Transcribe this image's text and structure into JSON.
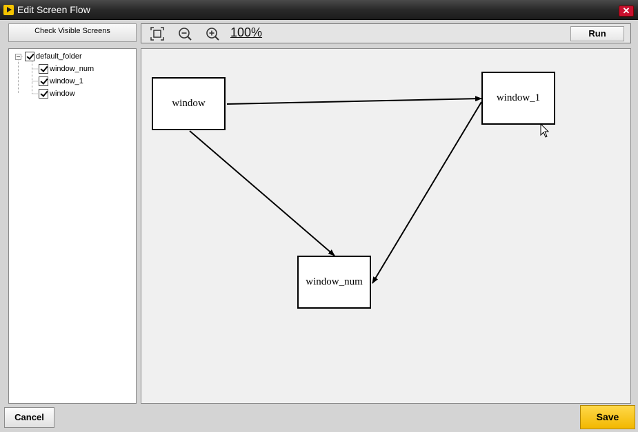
{
  "window": {
    "title": "Edit Screen Flow"
  },
  "sidebar": {
    "check_button_label": "Check Visible Screens",
    "tree": {
      "folder": {
        "label": "default_folder",
        "checked": true
      },
      "items": [
        {
          "label": "window_num",
          "checked": true
        },
        {
          "label": "window_1",
          "checked": true
        },
        {
          "label": "window",
          "checked": true
        }
      ]
    }
  },
  "toolbar": {
    "fit_icon": "fit-to-screen-icon",
    "zoom_out_icon": "zoom-out-icon",
    "zoom_in_icon": "zoom-in-icon",
    "zoom_level": "100%",
    "run_label": "Run"
  },
  "canvas": {
    "nodes": [
      {
        "id": "window",
        "label": "window"
      },
      {
        "id": "window_1",
        "label": "window_1"
      },
      {
        "id": "window_num",
        "label": "window_num"
      }
    ],
    "edges": [
      {
        "from": "window",
        "to": "window_1"
      },
      {
        "from": "window",
        "to": "window_num"
      },
      {
        "from": "window_1",
        "to": "window_num"
      }
    ]
  },
  "footer": {
    "cancel_label": "Cancel",
    "save_label": "Save"
  },
  "colors": {
    "save_button": "#f2b800",
    "close_button": "#c8102e",
    "canvas_bg": "#f0f0f0"
  }
}
